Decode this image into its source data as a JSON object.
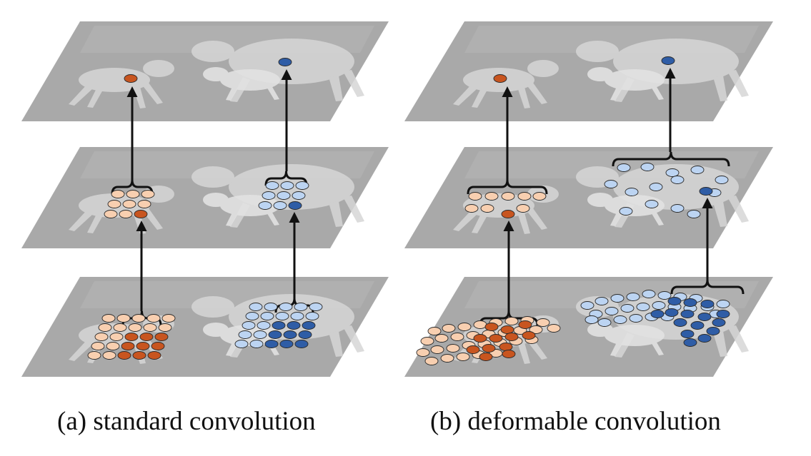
{
  "captions": {
    "standard": "(a) standard convolution",
    "deformable": "(b) deformable convolution"
  },
  "colors": {
    "plane_fill": "#a9a9a9",
    "plane_shade": "#bcbcbc",
    "animal_fill": "#d6d6d6",
    "orange_dark": "#c8551f",
    "orange_light": "#f8cfb0",
    "blue_dark": "#2f5da6",
    "blue_light": "#bcd4f2",
    "arrow": "#111111"
  },
  "panels": [
    "standard-convolution",
    "deformable-convolution"
  ]
}
